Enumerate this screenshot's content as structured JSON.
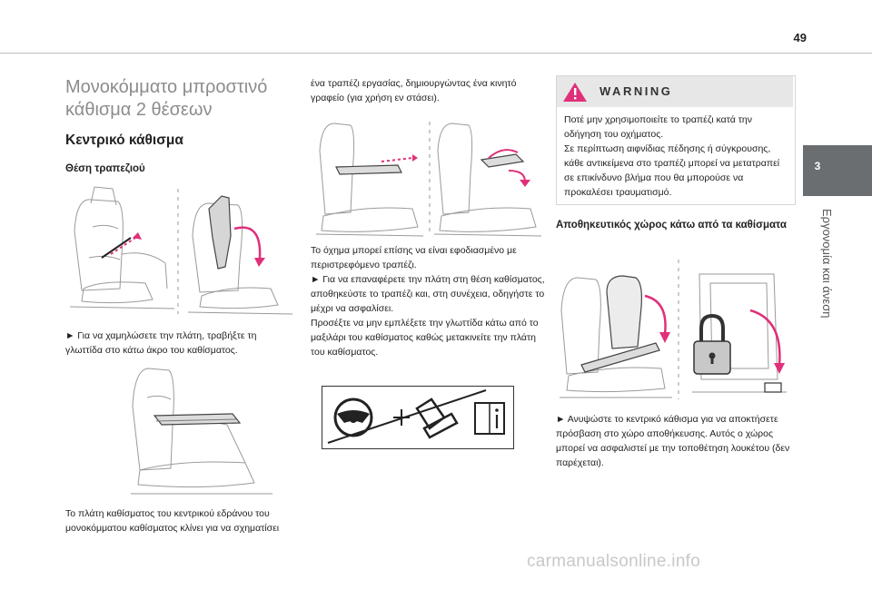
{
  "page_number": "49",
  "chapter": {
    "number": "3",
    "label": "Εργονομία και άνεση"
  },
  "title": "Μονοκόμματο μπροστινό κάθισμα 2 θέσεων",
  "section_title": "Κεντρικό κάθισμα",
  "subsection_title": "Θέση τραπεζιού",
  "text1": "► Για να χαμηλώσετε την πλάτη, τραβήξτε τη γλωττίδα στο κάτω άκρο του καθίσματος.",
  "text2": "Το πλάτη καθίσματος του κεντρικού εδράνου του μονοκόμματου καθίσματος κλίνει για να σχηματίσει",
  "text3": "ένα τραπέζι εργασίας, δημιουργώντας ένα κινητό γραφείο (για χρήση εν στάσει).",
  "text4_lines": [
    "Το όχημα μπορεί επίσης να είναι εφοδιασμένο με περιστρεφόμενο τραπέζι.",
    "► Για να επαναφέρετε την πλάτη στη θέση καθίσματος, αποθηκεύστε το τραπέζι και, στη συνέχεια, οδηγήστε το μέχρι να ασφαλίσει.",
    "Προσέξτε να μην εμπλέξετε την γλωττίδα κάτω από το μαξιλάρι του καθίσματος καθώς μετακινείτε την πλάτη του καθίσματος."
  ],
  "warning": {
    "title": "WARNING",
    "lines": [
      "Ποτέ μην χρησιμοποιείτε το τραπέζι κατά την οδήγηση του οχήματος.",
      "Σε περίπτωση αιφνίδιας πέδησης ή σύγκρουσης, κάθε αντικείμενα στο τραπέζι μπορεί να μετατραπεί σε επικίνδυνο βλήμα που θα μπορούσε να προκαλέσει τραυματισμό."
    ]
  },
  "storage_title": "Αποθηκευτικός χώρος κάτω από τα καθίσματα",
  "text5": "► Ανυψώστε το κεντρικό κάθισμα για να αποκτήσετε πρόσβαση στο χώρο αποθήκευσης. Αυτός ο χώρος μπορεί να ασφαλιστεί με την τοποθέτηση λουκέτου (δεν παρέχεται).",
  "watermark": "carmanualsonline.info",
  "colors": {
    "arrow": "#e0307a",
    "tab": "#6b6e70",
    "title_gray": "#8c8c8c",
    "warning_bg": "#e7e7e7",
    "warning_icon": "#e0307a"
  }
}
